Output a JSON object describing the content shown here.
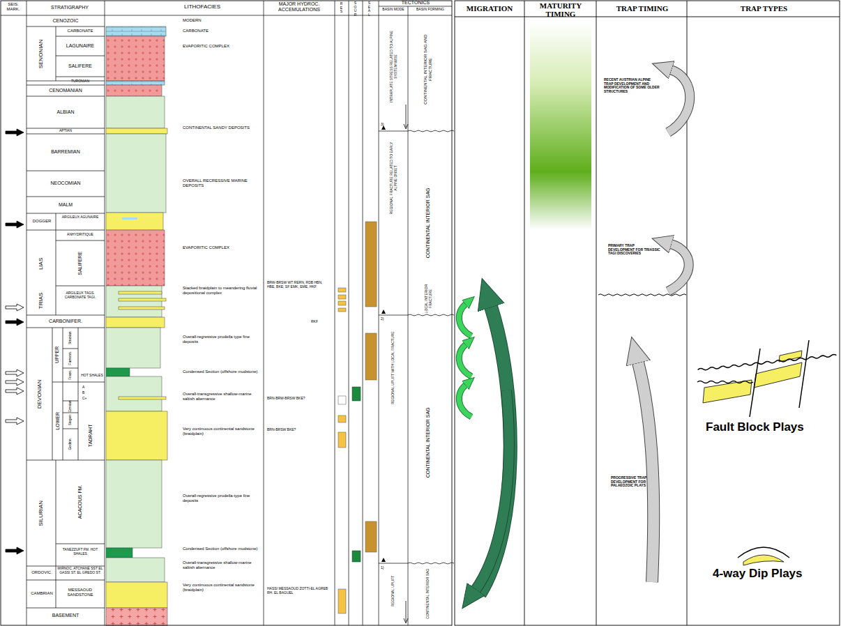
{
  "diagram": {
    "labels": [
      "SEIS. MARK.",
      "STRATIGRAPHY",
      "LITHOFACIES",
      "MAJOR HYDROC. ACCEMULATIONS",
      "RES",
      "SOUR",
      "SEAL",
      "TECTONICS",
      "BASIN MODE",
      "BASIN FORMING",
      "MIGRATION",
      "MATURITY TIMING",
      "TRAP TIMING",
      "TRAP TYPES",
      "CENOZOIC",
      "SENONIAN",
      "CARBONATE",
      "LAGUNAIRE",
      "SALIFERE",
      "TURONIAN",
      "CENOMANIAN",
      "ALBIAN",
      "APTIAN",
      "BARREMIAN",
      "NEOCOMIAN",
      "MALM",
      "DOGGER",
      "ARGILEUX AGUNAIRE",
      "LIAS",
      "ANHYDRITIQUE",
      "SALIFERE",
      "TRIAS",
      "ARGILEUX TAGS. CARBONATE TAGI.",
      "CARBONIFER.",
      "DEVONIAN",
      "UPPER",
      "LOWER",
      "Strunian",
      "Famenn.",
      "Frasn.",
      "HOT SHALES",
      "A",
      "B",
      "C+",
      "Emsian",
      "Siegen",
      "Gedinn.",
      "TADRAHT",
      "SILURIAN",
      "ACACOUS FM.",
      "TANEZZUFT FM. HOT SHALES",
      "ORDOVIC.",
      "MIRNOC. ATCHANE SST EL GASSI ST. EL GREDO ST.",
      "CAMBRIAN",
      "MESSAOUD SANDSTONE",
      "BASEMENT",
      "MODERN",
      "CARBONATE",
      "EVAPORITIC COMPLEX",
      "CONTINENTAL SANDY DEPOSITS",
      "OVERALL RECRESSIVE MARINE DEPOSITS",
      "EVAPORITIC COMPLEX",
      "Stacked braidplain to meandering fluvial depositional complex",
      "Overall-regressive prodella type fine deposits",
      "Condensed Section (offshore mudstone)",
      "Overall-transgressive shallow-marine saltish alternance",
      "Very continuous continental sandstone (braidplain)",
      "Overall-regressive prodella-type fine deposits",
      "Condensed Section (offshore mudstone)",
      "Overall-transgressive shallow-marine saltish alternance",
      "Very continuous continental sandstone (braidplain)",
      "BRW-BRSW WT RERN, RDB HBN, HBE, BKE, SF EMK, EME, HKF",
      "RKF",
      "BRN-BRW-BRSW BKE?",
      "BRN-BRSW BKE?",
      "HASSI MESSAOUD ZOTTI-EL AGREB RH. EL BAGUEL",
      "INTRAPLATE STRESS RELATED TO ALPINE SYSTEM WISE",
      "CONTINENTAL INTERIOR SAG AND FRACTURE",
      "3)",
      "REGIONAL FRACTURE RELATED TO EARLY ALPINE ONSET",
      "CONTINENTAL INTERIOR SAG",
      "LOCAL INTERIOR FRACTURE",
      "2)",
      "REGIONAL UPLIFT WITH LOCAL FRACTURE",
      "CONTINENTAL INTERIOR SAG",
      "1)",
      "REGIONAL UPLIFT",
      "CONTINENTAL INTERIOR SAG",
      "RECENT AUSTRIAN ALPINE TRAP DEVELOPMENT AND MODIFICATION OF SOME OLDER STRUCTURES",
      "PRIMARY TRAP DEVELOPMENT FOR TRIASSIC TAGI DISCOVERIES",
      "PROGRESSIVE TRAP DEVELOPMENT FOR PALAEOZOIC PLAYS",
      "Fault Block Plays",
      "4-way Dip Plays"
    ]
  }
}
